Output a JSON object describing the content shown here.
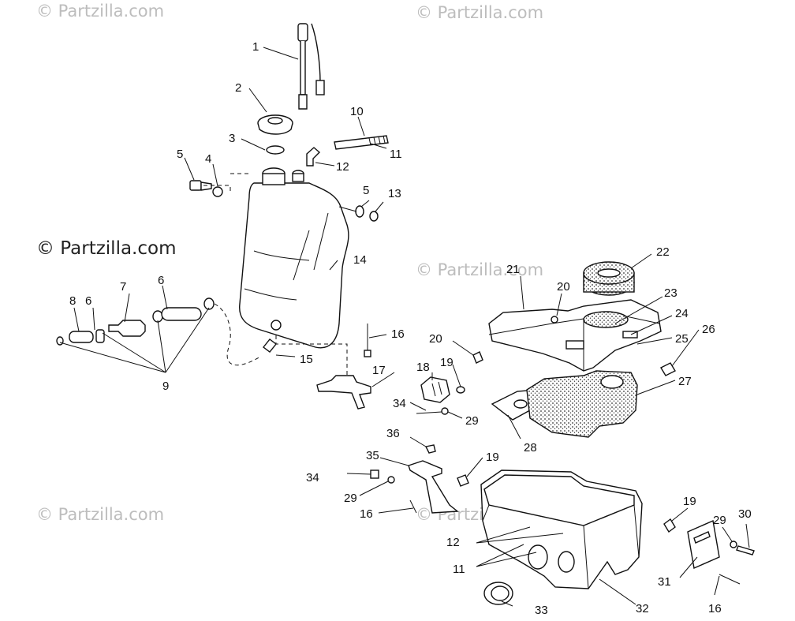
{
  "watermarks": {
    "main": "© Partzilla.com",
    "faint": "© Partzilla.com"
  },
  "callouts": [
    "1",
    "2",
    "3",
    "4",
    "5",
    "6",
    "7",
    "8",
    "9",
    "10",
    "11",
    "12",
    "13",
    "14",
    "15",
    "16",
    "17",
    "18",
    "19",
    "20",
    "21",
    "22",
    "23",
    "24",
    "25",
    "26",
    "27",
    "28",
    "29",
    "30",
    "31",
    "32",
    "33",
    "34",
    "35",
    "36"
  ],
  "colors": {
    "line": "#111111",
    "watermark": "#bdbdbd"
  }
}
